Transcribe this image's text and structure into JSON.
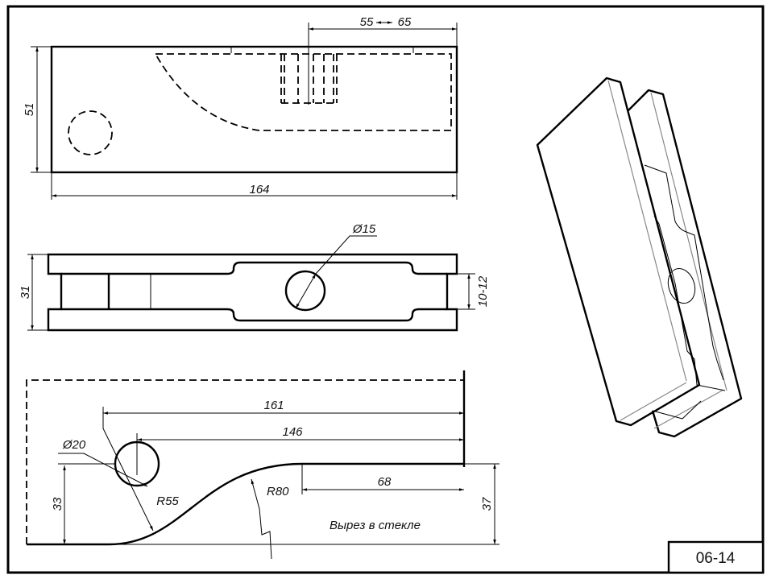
{
  "drawing": {
    "sheet_number": "06-14",
    "top_view": {
      "width_dim": "164",
      "height_dim": "51",
      "slot_dim_a": "55",
      "slot_dim_b": "65"
    },
    "front_view": {
      "height_dim": "31",
      "hole_dim": "Ø15",
      "gap_dim": "10-12"
    },
    "glass_cutout": {
      "caption": "Вырез в стекле",
      "length_outer": "161",
      "length_hole": "146",
      "flat_length": "68",
      "hole_diameter": "Ø20",
      "radius_small": "R55",
      "radius_large": "R80",
      "hole_height": "33",
      "cut_depth": "37"
    }
  }
}
